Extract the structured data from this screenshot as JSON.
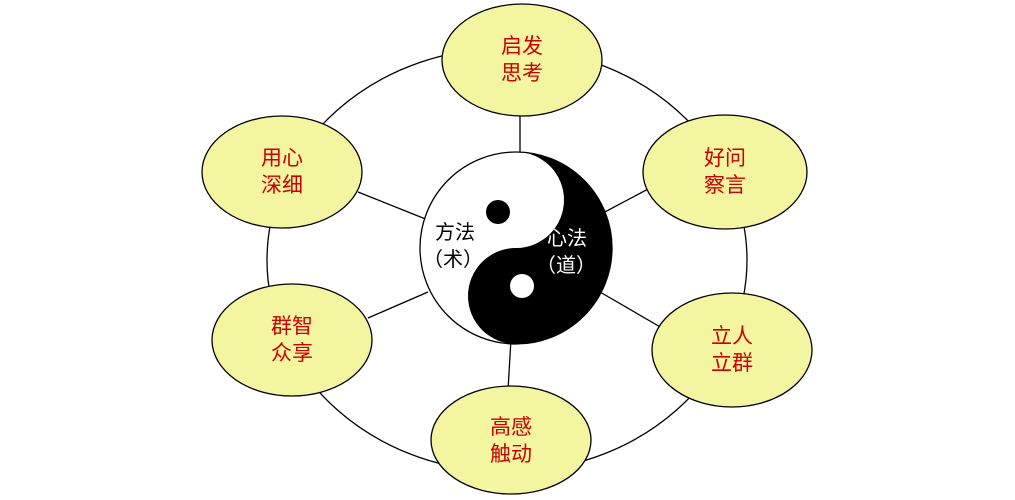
{
  "colors": {
    "node_fill": "#f3f5a0",
    "node_text": "#cc0000",
    "yin": "#000000",
    "yang": "#ffffff",
    "yang_text": "#000000",
    "yin_text": "#ffffff",
    "line": "#000000"
  },
  "center": {
    "left_label": {
      "line1": "方法",
      "line2": "（术）"
    },
    "right_label": {
      "line1": "心法",
      "line2": "（道）"
    }
  },
  "nodes": [
    {
      "id": "top",
      "line1": "启发",
      "line2": "思考"
    },
    {
      "id": "upper-right",
      "line1": "好问",
      "line2": "察言"
    },
    {
      "id": "lower-right",
      "line1": "立人",
      "line2": "立群"
    },
    {
      "id": "bottom",
      "line1": "高感",
      "line2": "触动"
    },
    {
      "id": "lower-left",
      "line1": "群智",
      "line2": "众享"
    },
    {
      "id": "upper-left",
      "line1": "用心",
      "line2": "深细"
    }
  ]
}
